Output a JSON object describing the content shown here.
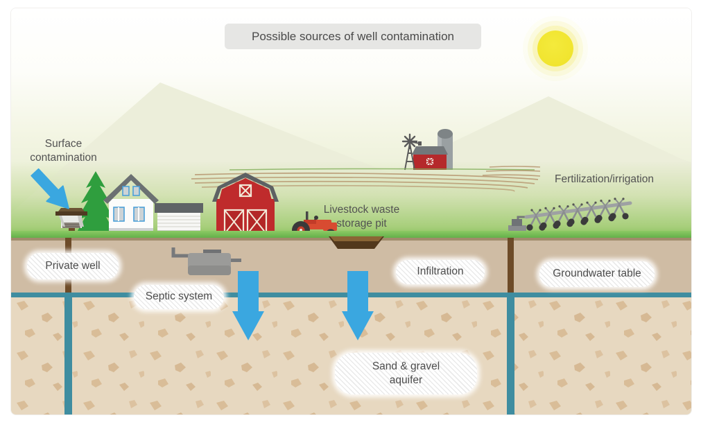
{
  "title": "Possible sources of well contamination",
  "labels": {
    "surface_line1": "Surface",
    "surface_line2": "contamination",
    "private_well": "Private well",
    "septic_system": "Septic system",
    "livestock_line1": "Livestock waste",
    "livestock_line2": "storage pit",
    "infiltration": "Infiltration",
    "fertilization": "Fertilization/irrigation",
    "groundwater_table": "Groundwater table",
    "aquifer_line1": "Sand & gravel",
    "aquifer_line2": "aquifer"
  },
  "icons": [
    "sun-icon",
    "pine-tree-icon",
    "house-icon",
    "garage-icon",
    "well-head-icon",
    "barn-icon",
    "tractor-icon",
    "windmill-icon",
    "distant-barn-icon",
    "silo-icon",
    "septic-tank-icon",
    "livestock-pit-icon",
    "irrigation-rig-icon",
    "diagonal-arrow-icon",
    "down-arrow-icon"
  ],
  "colors": {
    "arrow_blue": "#3aa7e0",
    "water_teal": "#3f8da0",
    "topsoil": "#cfbca4",
    "aquifer": "#e7d8c0",
    "grass": "#68b54c",
    "barn_red": "#bf2b2c",
    "sun_yellow": "#efe229",
    "title_bg": "#e6e6e4",
    "text": "#4c4c4c"
  }
}
